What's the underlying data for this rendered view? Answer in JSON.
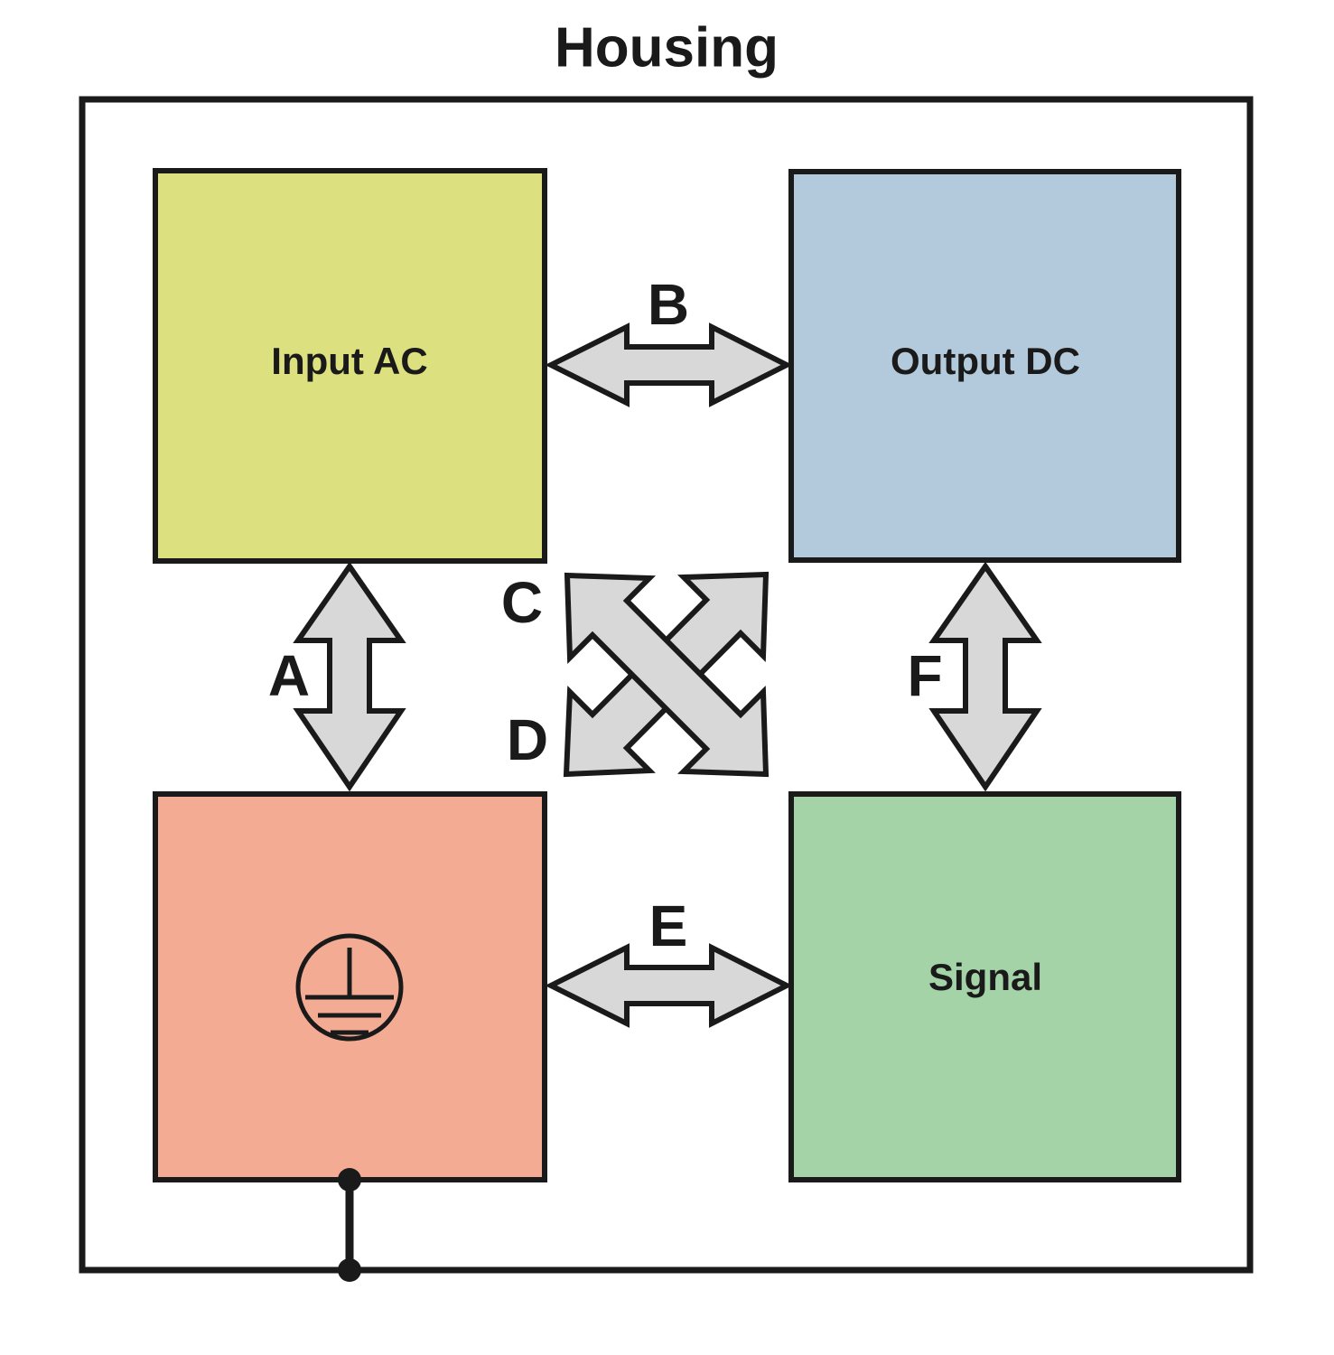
{
  "title": "Housing",
  "colors": {
    "input_ac_fill": "#dde07e",
    "output_dc_fill": "#b2cadb",
    "ground_fill": "#f4ab93",
    "signal_fill": "#a4d3a8",
    "arrow_fill": "#d8d8d8",
    "stroke": "#1a1a1a",
    "background": "#ffffff"
  },
  "blocks": [
    {
      "id": "input-ac",
      "label": "Input AC",
      "fill": "#dde07e"
    },
    {
      "id": "output-dc",
      "label": "Output DC",
      "fill": "#b2cadb"
    },
    {
      "id": "ground",
      "label": "",
      "fill": "#f4ab93",
      "icon": "protective-earth-ground-icon"
    },
    {
      "id": "signal",
      "label": "Signal",
      "fill": "#a4d3a8"
    }
  ],
  "arrows": [
    {
      "id": "a",
      "label": "A",
      "orientation": "vertical",
      "connects": [
        "input-ac",
        "ground"
      ]
    },
    {
      "id": "b",
      "label": "B",
      "orientation": "horizontal",
      "connects": [
        "input-ac",
        "output-dc"
      ]
    },
    {
      "id": "c",
      "label": "C",
      "orientation": "diagonal-nwse",
      "connects": [
        "input-ac",
        "signal"
      ]
    },
    {
      "id": "d",
      "label": "D",
      "orientation": "diagonal-swne",
      "connects": [
        "ground",
        "output-dc"
      ]
    },
    {
      "id": "e",
      "label": "E",
      "orientation": "horizontal",
      "connects": [
        "ground",
        "signal"
      ]
    },
    {
      "id": "f",
      "label": "F",
      "orientation": "vertical",
      "connects": [
        "output-dc",
        "signal"
      ]
    }
  ],
  "ground_connection": {
    "name": "earth-connection-line",
    "junction_count": 2
  }
}
